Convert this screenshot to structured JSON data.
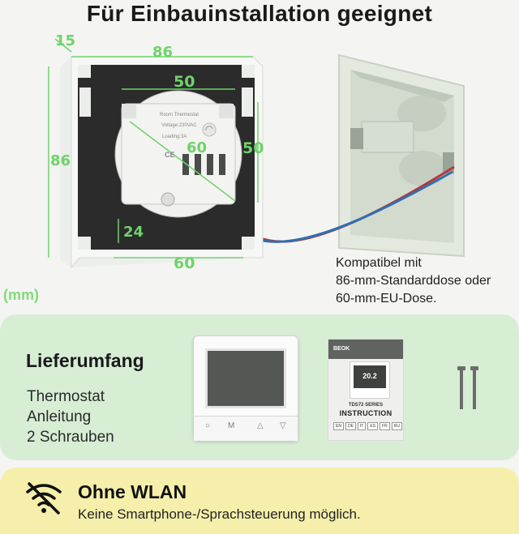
{
  "header": {
    "title": "Für Einbauinstallation geeignet"
  },
  "dimensions": {
    "unit_label": "(mm)",
    "frame_width": "86",
    "frame_height": "86",
    "frame_depth": "15",
    "inner_width": "50",
    "inner_height": "50",
    "module_diameter": "60",
    "bottom_width": "60",
    "module_depth": "24"
  },
  "device_label": {
    "line1": "Room Thermostat",
    "line2": "Voltage:230VAC",
    "line3": "Loading:3A",
    "ce": "CE"
  },
  "compatibility": {
    "line1": "Kompatibel mit",
    "line2": "86-mm-Standarddose oder",
    "line3": "60-mm-EU-Dose."
  },
  "delivery": {
    "title": "Lieferumfang",
    "items": [
      "Thermostat",
      "Anleitung",
      "2 Schrauben"
    ]
  },
  "thermostat_buttons": [
    "○",
    "M",
    "△",
    "▽"
  ],
  "manual": {
    "brand": "BEOK",
    "series": "TDS72 SERIES",
    "title": "INSTRUCTION",
    "languages": [
      "EN",
      "DE",
      "IT",
      "ES",
      "FR",
      "RU"
    ],
    "screen_time": "20.2"
  },
  "wifi": {
    "title": "Ohne WLAN",
    "description": "Keine Smartphone-/Sprachsteuerung möglich.",
    "icon": "no-wifi-icon"
  },
  "colors": {
    "dimension_green": "#6fd36a",
    "delivery_bg": "#d7eed5",
    "wifi_bg": "#f5efab",
    "wire_red": "#b8353a",
    "wire_blue": "#2f6fb0"
  }
}
